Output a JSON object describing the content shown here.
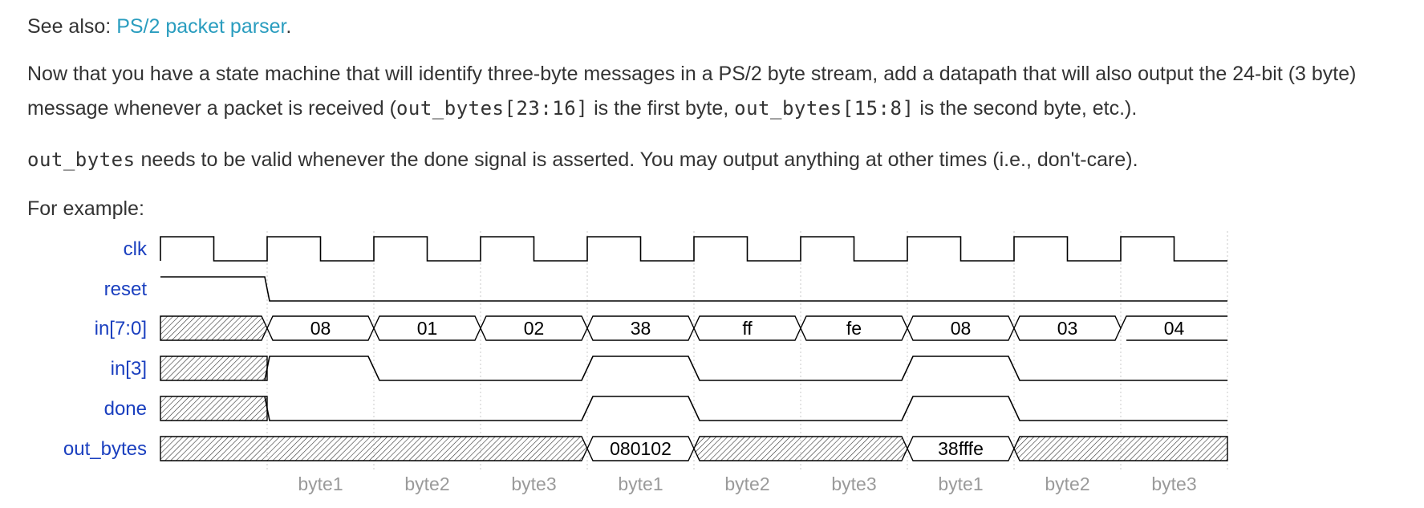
{
  "see_also": {
    "prefix": "See also: ",
    "link": "PS/2 packet parser",
    "suffix": "."
  },
  "intro": {
    "t1": "Now that you have a state machine that will identify three-byte messages in a PS/2 byte stream, add a datapath that will also output the 24-bit (3 byte) message whenever a packet is received (",
    "c1": "out_bytes[23:16]",
    "t2": " is the first byte, ",
    "c2": "out_bytes[15:8]",
    "t3": " is the second byte, etc.)."
  },
  "valid_note": {
    "c1": "out_bytes",
    "t1": " needs to be valid whenever the done signal is asserted. You may output anything at other times (i.e., don't-care)."
  },
  "example_label": "For example:",
  "waveform": {
    "signals": [
      "clk",
      "reset",
      "in[7:0]",
      "in[3]",
      "done",
      "out_bytes"
    ],
    "in_values": [
      "08",
      "01",
      "02",
      "38",
      "ff",
      "fe",
      "08",
      "03",
      "04"
    ],
    "in3_levels": [
      1,
      0,
      0,
      1,
      0,
      0,
      1,
      0,
      0
    ],
    "done_levels": [
      0,
      0,
      0,
      1,
      0,
      0,
      1,
      0,
      0
    ],
    "reset_level_first_cycle": 1,
    "out_bytes": [
      {
        "start": 0,
        "end": 4,
        "value": null
      },
      {
        "start": 4,
        "end": 5,
        "value": "080102"
      },
      {
        "start": 5,
        "end": 7,
        "value": null
      },
      {
        "start": 7,
        "end": 8,
        "value": "38fffe"
      },
      {
        "start": 8,
        "end": 10,
        "value": null
      }
    ],
    "cycle_labels": [
      "byte1",
      "byte2",
      "byte3",
      "byte1",
      "byte2",
      "byte3",
      "byte1",
      "byte2",
      "byte3"
    ],
    "clock_cycles": 10
  }
}
